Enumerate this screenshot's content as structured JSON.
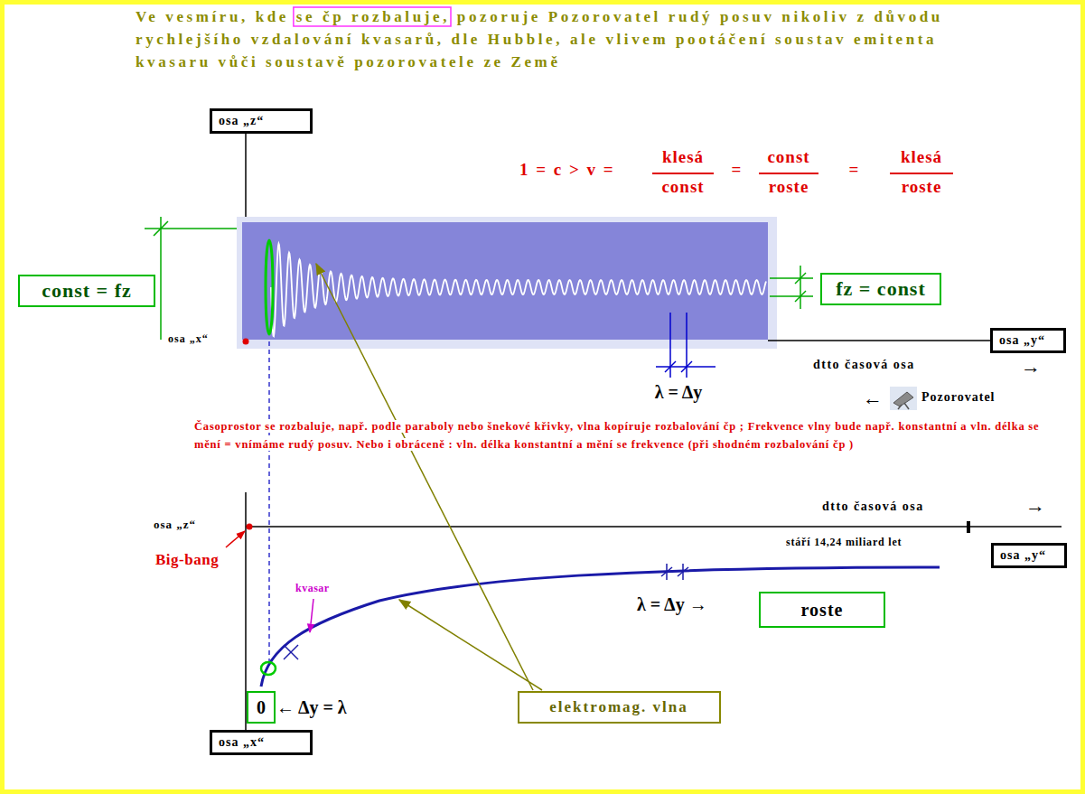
{
  "diagram": {
    "title": "Ve vesmíru, kde se čp rozbaluje, pozoruje Pozorovatel rudý posuv nikoliv z důvodu rychlejšího vzdalování kvasarů, dle Hubble, ale vlivem pootáčení soustav emitenta kvasaru vůči soustavě pozorovatele ze Země",
    "nodes": [
      {
        "text": [
          "osa „z“"
        ]
      },
      {
        "text": [
          "const = fz"
        ]
      },
      {
        "text": [
          "fz = const"
        ]
      },
      {
        "text": [
          "osa „y“"
        ]
      },
      {
        "text": [
          "osa „y“"
        ]
      },
      {
        "text": [
          "roste"
        ]
      },
      {
        "text": [
          "0"
        ]
      },
      {
        "text": [
          "elektromag. vlna"
        ]
      },
      {
        "text": [
          "osa „x“"
        ]
      }
    ],
    "labels": [
      "1 = c > v =",
      "klesá",
      "const",
      "=",
      "const",
      "roste",
      "=",
      "klesá",
      "roste",
      "osa „x“",
      "λ = Δy",
      "dtto časová osa",
      "→",
      "←",
      "Pozorovatel",
      "Časoprostor se rozbaluje, např. podle paraboly nebo šnekové křivky, vlna kopíruje rozbalování čp ; Frekvence vlny bude např. konstantní a vln. délka se mění = vnímáme rudý posuv. Nebo i obráceně : vln. délka konstantní a mění se frekvence (při shodném rozbalování čp )",
      "osa „z“",
      "Big-bang",
      "dtto časová osa",
      "→",
      "stáří 14,24 miliard let",
      "kvasar",
      "λ = Δy →",
      "← Δy = λ"
    ]
  }
}
